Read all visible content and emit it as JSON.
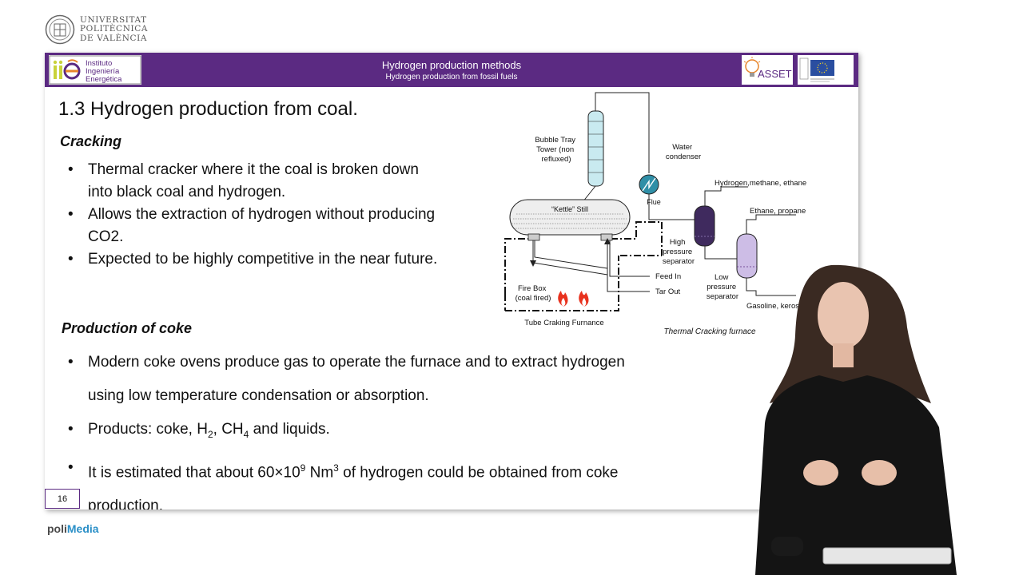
{
  "university": {
    "line1": "UNIVERSITAT",
    "line2": "POLITÈCNICA",
    "line3": "DE VALÈNCIA"
  },
  "header": {
    "title": "Hydrogen production methods",
    "subtitle": "Hydrogen production from fossil fuels",
    "institute_lines": [
      "Instituto",
      "Ingeniería",
      "Energética"
    ],
    "asset_logo": "ASSET"
  },
  "slide": {
    "title": "1.3 Hydrogen production from coal.",
    "cracking": {
      "heading": "Cracking",
      "bullets": [
        "Thermal cracker where it the coal is broken down into black coal and hydrogen.",
        "Allows the extraction of hydrogen without producing CO2.",
        "Expected to be highly competitive in the near future."
      ]
    },
    "coke": {
      "heading": "Production of coke",
      "bullet1": "Modern coke ovens produce gas to operate the furnace and to extract hydrogen using low temperature condensation or absorption.",
      "bullet2": {
        "prefix": "Products: coke, H",
        "h2_sub": "2",
        "mid": ", CH",
        "ch4_sub": "4",
        "suffix": " and liquids."
      },
      "bullet3": {
        "prefix": "It is estimated that about 60×10",
        "exp9": "9",
        "unit": " Nm",
        "exp3": "3",
        "suffix": " of hydrogen could be obtained from coke production."
      }
    },
    "page_number": "16"
  },
  "diagram": {
    "bubble_tray": [
      "Bubble Tray",
      "Tower (non",
      "refluxed)"
    ],
    "water_condenser": [
      "Water",
      "condenser"
    ],
    "hydrogen_out": "Hydrogen,methane, ethane",
    "ethane_out": "Ethane, propane",
    "kettle": "“Kettle” Still",
    "flue": "Flue",
    "high_sep": [
      "High",
      "pressure",
      "separator"
    ],
    "low_sep": [
      "Low",
      "pressure",
      "separator"
    ],
    "feed_in": "Feed In",
    "tar_out": "Tar Out",
    "firebox": [
      "Fire Box",
      "(coal fired)"
    ],
    "gasoline": "Gasoline, kerosene",
    "tube_furnace": "Tube Craking Furnance",
    "caption": "Thermal Cracking furnace"
  },
  "footer": {
    "brand_a": "poli",
    "brand_b": "Media"
  },
  "colors": {
    "header": "#5b2a82",
    "tower": "#c9eaf0",
    "high_separator": "#3f2a5e",
    "low_separator": "#cdbde6",
    "flame": "#e8321e"
  }
}
